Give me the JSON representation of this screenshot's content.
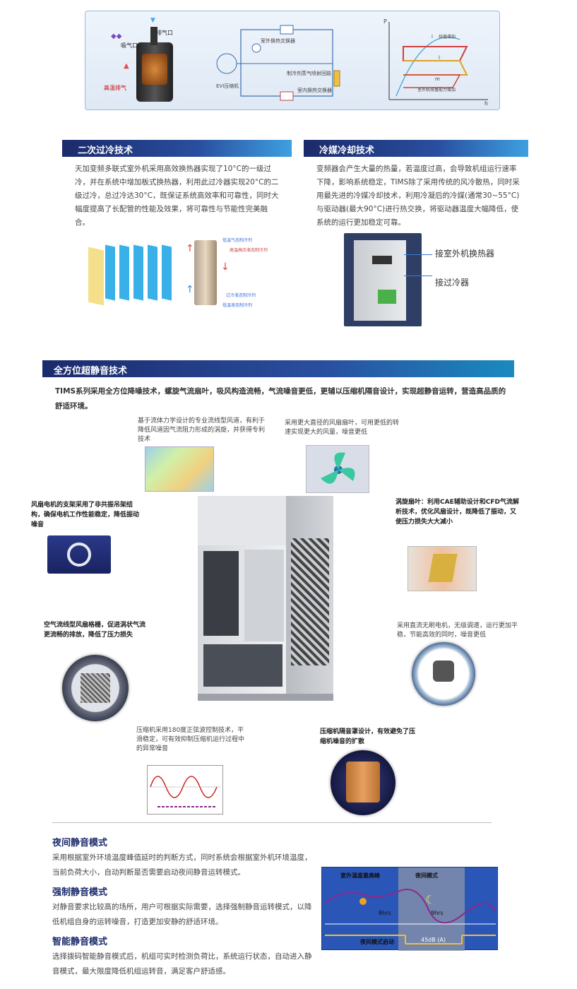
{
  "top_panel": {
    "compressor_labels": {
      "exhaust": "排气口",
      "suction": "吸气口",
      "hp": "高温排气"
    },
    "system_labels": {
      "outdoor_hx": "室外换热交换器",
      "refrigerant_sub": "制冷剂蒸气喷射回路",
      "evi": "EVI压缩机",
      "indoor_hx": "室内换热交换器"
    },
    "ph_labels": {
      "p": "P",
      "h": "h",
      "enthalpy": "焓值增加",
      "ir": "i",
      "i2": "l",
      "m": "m",
      "bottom": "室外机排量能力增加"
    }
  },
  "section1": {
    "title": "二次过冷技术",
    "text": "天加变频多联式室外机采用高效换热器实现了10°C的一级过冷，并在系统中增加板式换热器，利用此过冷器实现20°C的二级过冷，总过冷达30°C，既保证系统高效率和可靠性，同时大幅度提高了长配管的性能及效果，将可靠性与节能性完美融合。",
    "diagram_labels": [
      "低温气态制冷剂",
      "高温高压液态制冷剂",
      "过冷液态制冷剂",
      "低温液态制冷剂"
    ]
  },
  "section2": {
    "title": "冷媒冷却技术",
    "text": "变频器会产生大量的热量，若温度过高，会导致机组运行速率下降，影响系统稳定，TIMS除了采用传统的风冷散热，同时采用最先进的冷媒冷却技术，利用冷凝后的冷媒(通常30~55°C)与驱动器(最大90°C)进行热交换，将驱动器温度大幅降低，使系统的运行更加稳定可靠。",
    "label1": "接室外机换热器",
    "label2": "接过冷器"
  },
  "section3": {
    "title": "全方位超静音技术",
    "intro": "TIMS系列采用全方位降噪技术，螺旋气流扇叶，吸风构造流畅，气流噪音更低，更辅以压缩机隔音设计，实现超静音运转，营造高品质的舒适环境。",
    "f1": "基于流体力学设计的专业流线型风道，有利于降低风道因气流阻力形成的涡旋，并获得专利技术",
    "f2": "采用更大直径的风扇扇叶，可用更低的转速实现更大的风量，噪音更低",
    "f3": "风扇电机的支架采用了非共振吊架结构，确保电机工作性能稳定，降低振动噪音",
    "f4": "涡旋扇叶：利用CAE辅助设计和CFD气流解析技术，优化风扇设计，既降低了振动，又使压力损失大大减小",
    "f5": "空气流线型风扇格栅，促进涡状气流更流畅的排放，降低了压力损失",
    "f6": "采用直流无刷电机，无级调速，运行更加平稳，节能高效的同时，噪音更低",
    "f7": "压缩机采用180度正弦波控制技术，平滑稳定，可有效抑制压缩机运行过程中的异常噪音",
    "f8": "压缩机隔音罩设计，有效避免了压缩机噪音的扩散"
  },
  "night": {
    "title": "夜间静音模式",
    "text": "采用根据室外环境温度峰值延时的判断方式，同时系统会根据室外机环境温度，当前负荷大小，自动判断是否需要启动夜间静音运转模式。"
  },
  "forced": {
    "title": "强制静音模式",
    "text": "对静音要求比较高的场所，用户可根据实际需要，选择强制静音运转模式，以降低机组自身的运转噪音，打造更加安静的舒适环境。"
  },
  "smart": {
    "title": "智能静音模式",
    "text": "选择拨码智能静音模式后，机组可实时检测负荷比，系统运行状态，自动进入静音模式，最大限度降低机组运转音，满足客户舒适感。"
  },
  "night_chart": {
    "peak": "室外温度最高峰",
    "mode": "夜间模式",
    "h1": "8hrs",
    "h2": "9hrs",
    "start": "夜间模式启动",
    "db": "45dB (A)"
  },
  "colors": {
    "banner_dark": "#1b2a6b",
    "banner_light": "#2e8bd1",
    "accent": "#1a5fb4"
  }
}
